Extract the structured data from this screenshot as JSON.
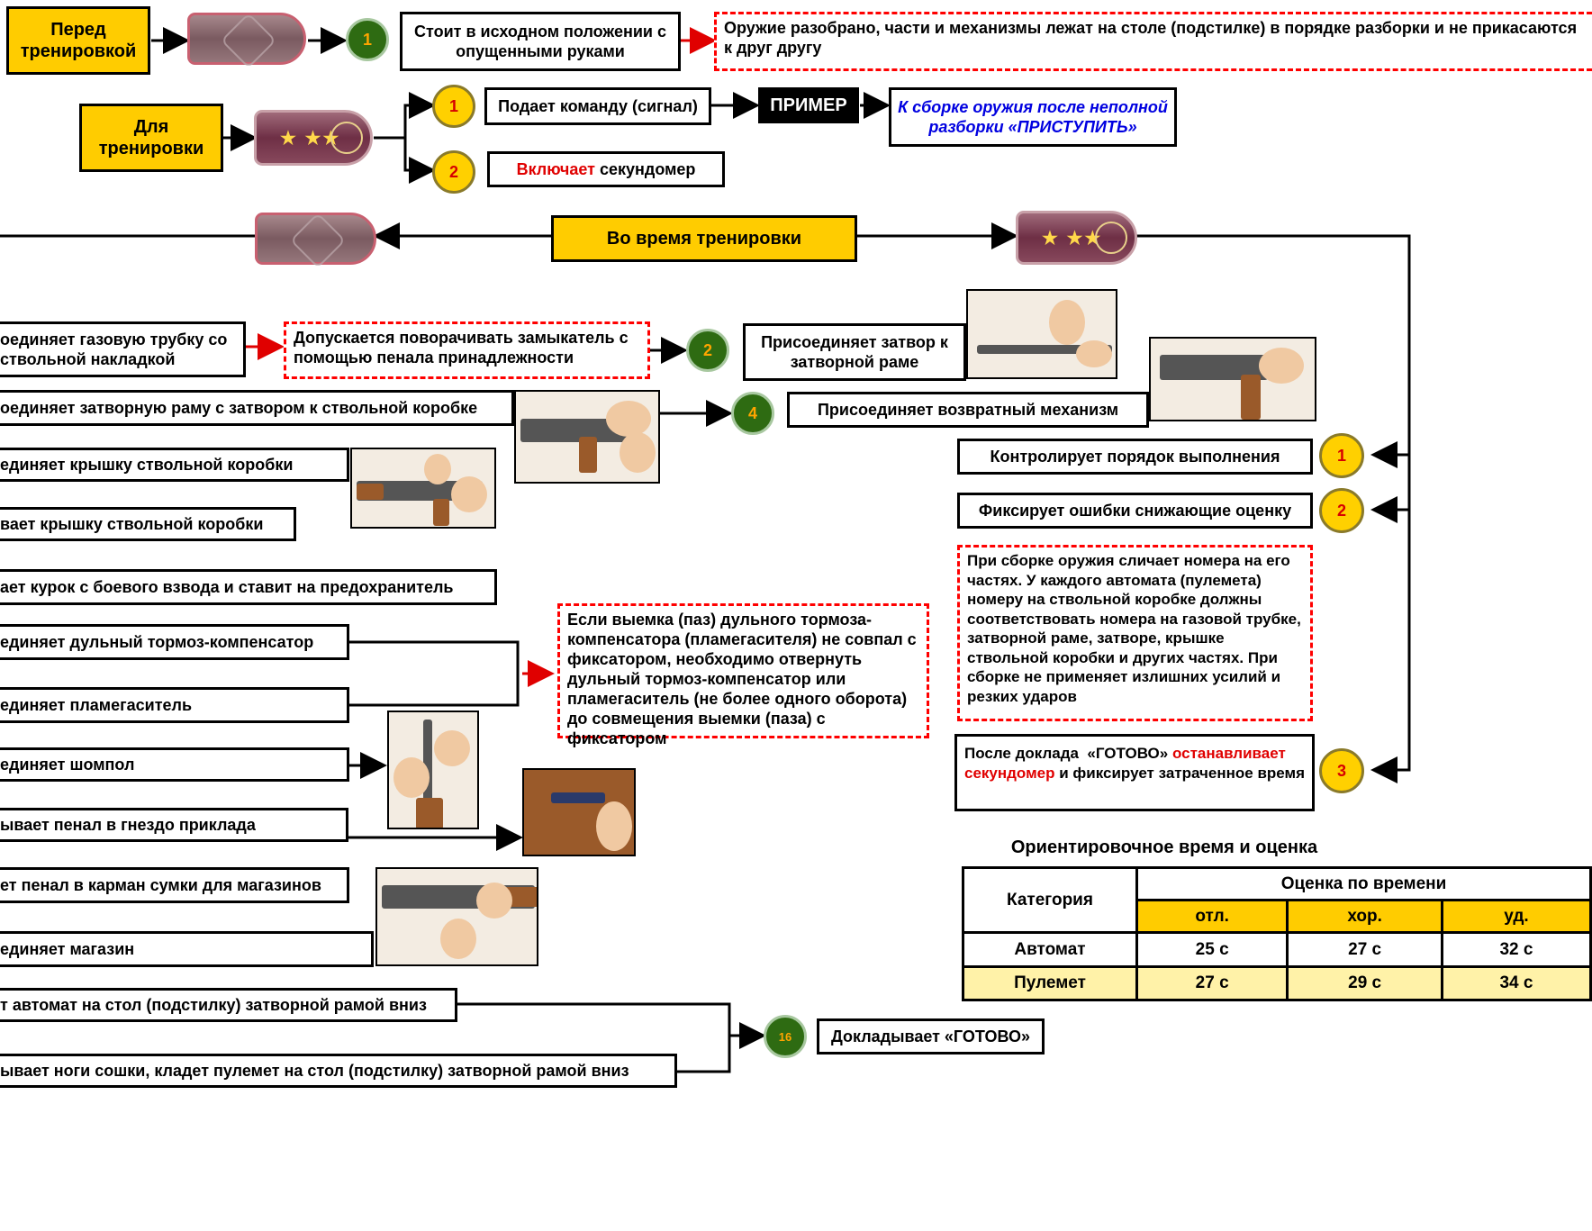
{
  "before": {
    "label": "Перед тренировкой",
    "action": "Стоит в исходном положении с опущенными руками",
    "note": "Оружие разобрано, части и механизмы лежат на столе (подстилке) в порядке разборки и не прикасаются к друг другу",
    "step": "1"
  },
  "for_training": {
    "label": "Для тренировки",
    "step1": "1",
    "step2": "2",
    "command": "Подает команду (сигнал)",
    "example": "ПРИМЕР",
    "example_text": "К сборке оружия после неполной разборки «ПРИСТУПИТЬ»",
    "stopwatch_red": "Включает",
    "stopwatch_rest": " секундомер"
  },
  "during": {
    "label": "Во время тренировки"
  },
  "left_steps": [
    "оединяет газовую трубку со ствольной накладкой",
    "Допускается поворачивать замыкатель с помощью пенала принадлежности",
    "2",
    "Присоединяет  затвор к затворной раме",
    "оединяет затворную раму с затвором к ствольной коробке",
    "4",
    "Присоединяет  возвратный механизм",
    "единяет  крышку ствольной коробки",
    "вает  крышку ствольной коробки",
    "ает курок с боевого взвода и ставит на предохранитель",
    "единяет  дульный тормоз-компенсатор",
    "единяет  пламегаситель",
    "единяет  шомпол",
    "ывает пенал в гнездо приклада",
    "ет пенал в карман сумки для магазинов",
    "единяет магазин",
    "т автомат на стол (подстилку) затворной рамой вниз",
    "ывает ноги сошки, кладет пулемет на стол (подстилку) затворной рамой вниз",
    "16",
    "Докладывает «ГОТОВО»"
  ],
  "muzzle_note": "Если выемка (паз) дульного тормоза-компенсатора (пламегасителя) не совпал с фиксатором, необходимо отвернуть дульный тормоз-компенсатор или пламегаситель (не более одного оборота) до совмещения выемки (паза) с фиксатором",
  "instructor": {
    "control": "Контролирует порядок выполнения",
    "errors": "Фиксирует ошибки снижающие оценку",
    "numbers_note": "При сборке оружия сличает номера на его частях. У каждого автомата (пулемета) номеру на ствольной коробке должны соответствовать номера на газовой трубке, затворной раме, затворе, крышке ствольной коробки и других частях. При сборке не применяет излишних усилий и резких ударов",
    "ready_a": "После доклада  «ГОТОВО» ",
    "ready_red": "останавливает секундомер",
    "ready_b": " и фиксирует затраченное время",
    "n1": "1",
    "n2": "2",
    "n3": "3"
  },
  "table": {
    "title": "Ориентировочное время и оценка",
    "category": "Категория",
    "grade_header": "Оценка по времени",
    "grades": [
      "отл.",
      "хор.",
      "уд."
    ],
    "rows": [
      {
        "name": "Автомат",
        "values": [
          "25 с",
          "27 с",
          "32 с"
        ]
      },
      {
        "name": "Пулемет",
        "values": [
          "27 с",
          "29 с",
          "34 с"
        ]
      }
    ]
  },
  "colors": {
    "yellow": "#ffcc00",
    "red": "#ff0000",
    "green_circle": "#2e6b12",
    "row_highlight": "#fff2a8"
  },
  "icons": [
    "shoulder-strap-private-icon",
    "shoulder-strap-officer-icon",
    "rifle-photo"
  ]
}
